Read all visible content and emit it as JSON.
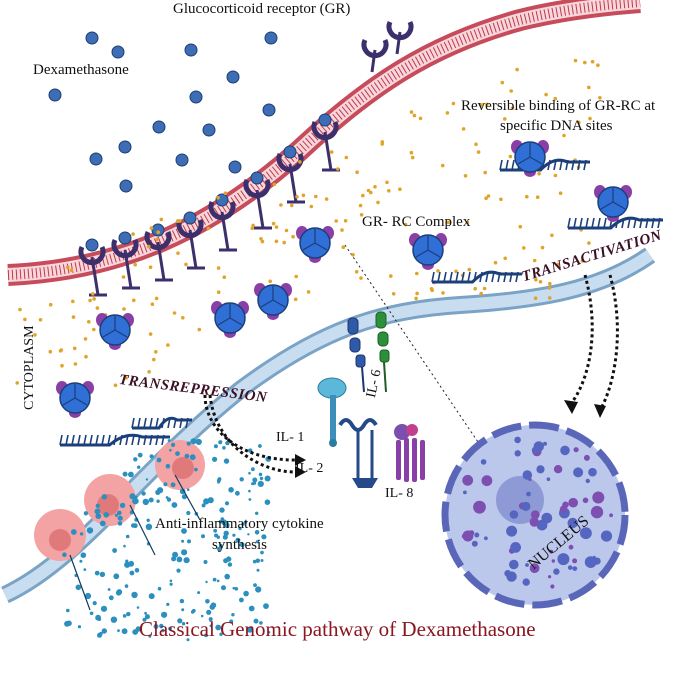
{
  "labels": {
    "gr_receptor": "Glucocorticoid receptor (GR)",
    "dexamethasone": "Dexamethasone",
    "reversible_line1": "Reversible binding of  GR-RC at",
    "reversible_line2": "specific DNA sites",
    "gr_rc_complex": "GR- RC Complex",
    "transactivation": "TRANSACTIVATION",
    "cytoplasm": "CYTOPLASM",
    "transrepression": "TRANSREPRESSION",
    "il1": "IL- 1",
    "il2": "IL- 2",
    "il6": "IL- 6",
    "il8": "IL- 8",
    "anti_line1": "Anti-inflammatory cytokine",
    "anti_line2": "synthesis",
    "nucleus": "NUCLEUS"
  },
  "title": "Classical Genomic pathway of Dexamethasone",
  "colors": {
    "membrane": "#c0394a",
    "nuclear_membrane": "#9fc3de",
    "dexamethasone": "#3d6db5",
    "receptor": "#3d2f6b",
    "complex_blue": "#2f6fd6",
    "complex_purple": "#8a3fa6",
    "dna": "#1b3f7a",
    "dots": "#e0a428",
    "nucleus": "#b9c4ea",
    "cells": "#f3a3a3",
    "anti_dots": "#2b8fbf",
    "title": "#8a1620"
  }
}
